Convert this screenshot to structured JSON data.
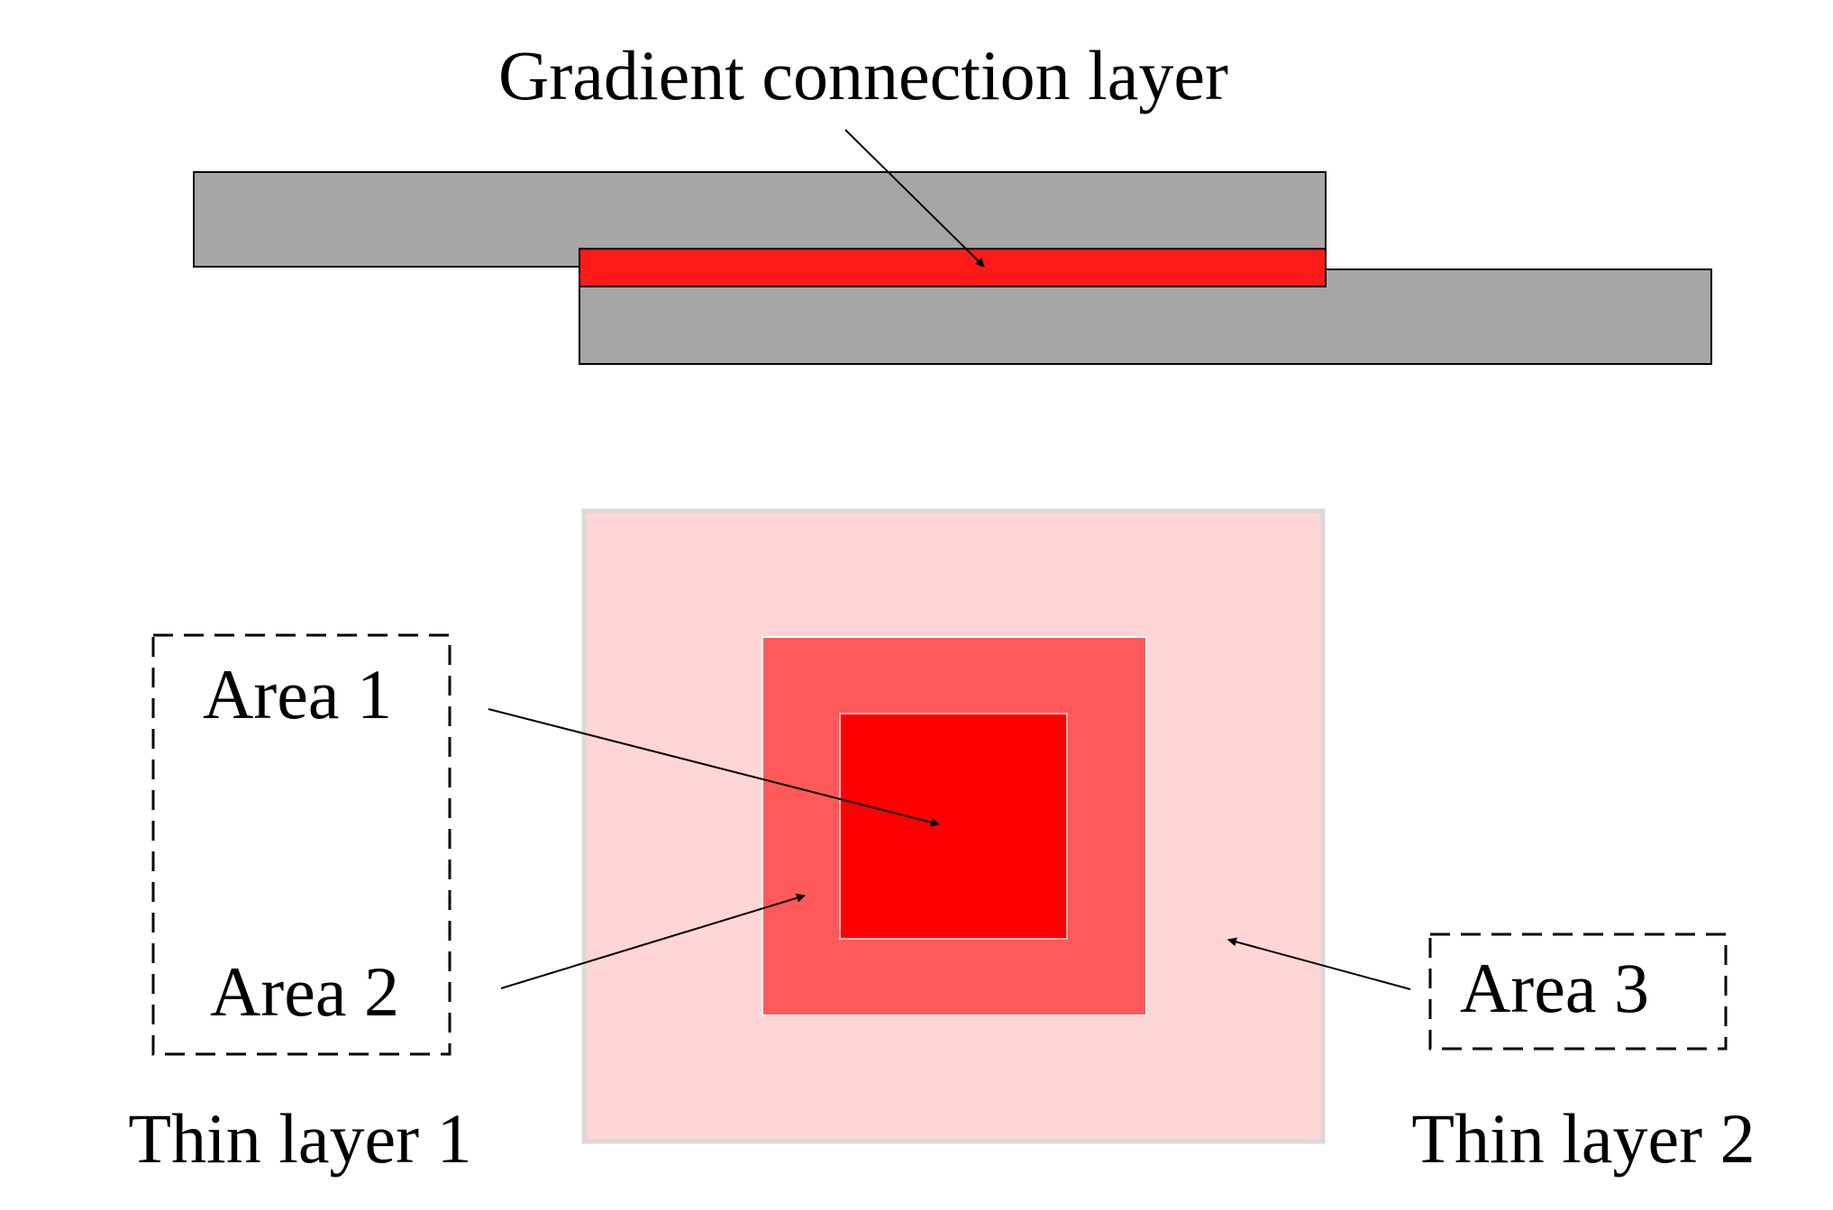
{
  "labels": {
    "gradient_layer": "Gradient connection layer",
    "area_1": "Area 1",
    "area_2": "Area 2",
    "area_3": "Area 3",
    "thin_layer_1": "Thin layer 1",
    "thin_layer_2": "Thin layer 2"
  },
  "colors": {
    "thin_layer": "#a6a6a6",
    "connection_layer": "#ff1a1a",
    "area_1": "#ff0000",
    "area_2": "#ff5959",
    "area_3": "#ffd5d5",
    "outline": "#000000"
  }
}
